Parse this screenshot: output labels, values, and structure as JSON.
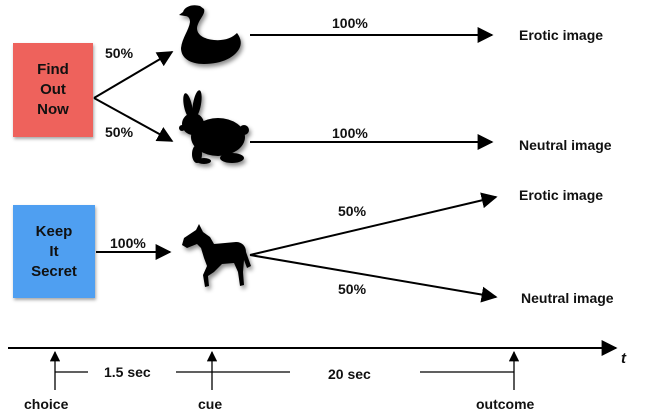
{
  "colors": {
    "find_out_box": "#ee625c",
    "keep_secret_box": "#4f9ff1"
  },
  "options": {
    "find_out": "Find\nOut\nNow",
    "keep_secret": "Keep\nIt\nSecret"
  },
  "probabilities": {
    "find_to_swan": "50%",
    "find_to_rabbit": "50%",
    "swan_to_erotic": "100%",
    "rabbit_to_neutral": "100%",
    "keep_to_horse": "100%",
    "horse_to_erotic": "50%",
    "horse_to_neutral": "50%"
  },
  "outcomes": {
    "erotic_1": "Erotic image",
    "neutral_1": "Neutral image",
    "erotic_2": "Erotic image",
    "neutral_2": "Neutral image"
  },
  "cue_icons": {
    "swan": "swan-icon",
    "rabbit": "rabbit-icon",
    "horse": "horse-icon"
  },
  "timeline": {
    "axis_label": "t",
    "interval_1": "1.5 sec",
    "interval_2": "20 sec",
    "events": {
      "choice": "choice",
      "cue": "cue",
      "outcome": "outcome"
    }
  }
}
